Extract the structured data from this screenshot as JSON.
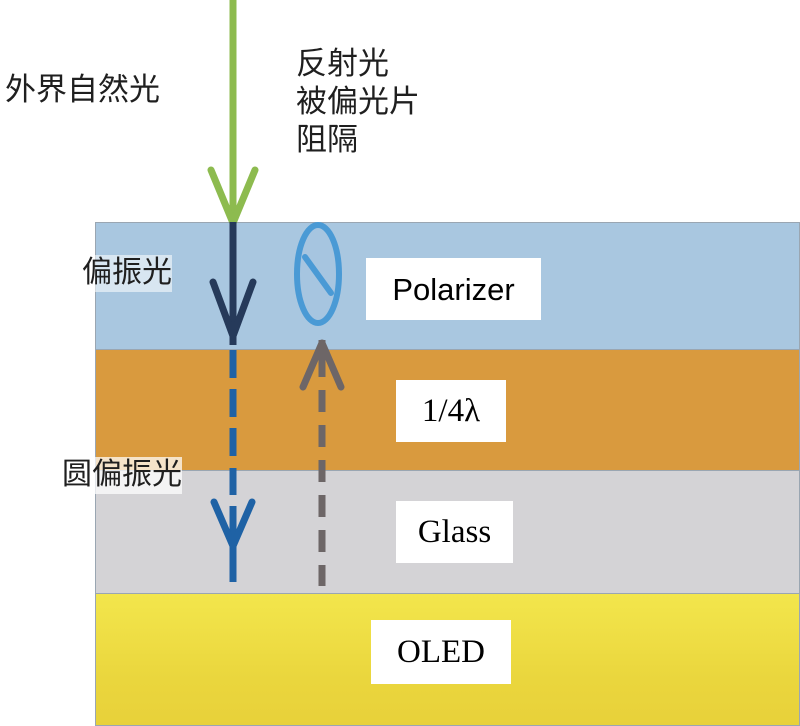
{
  "labels": {
    "natural_light": "外界自然光",
    "reflected_light": "反射光\n被偏光片\n阻隔",
    "polarized_light": "偏振光",
    "circular_polarized_light": "圆偏振光"
  },
  "layers": {
    "polarizer": "Polarizer",
    "quarter_wave": "1/4λ",
    "glass": "Glass",
    "oled": "OLED"
  },
  "colors": {
    "natural_light_arrow": "#8dbb4f",
    "polarized_arrow": "#263a5a",
    "circular_arrow": "#1f62a5",
    "reflected_arrow": "#6d6667",
    "blocked_icon": "#4a9ad5",
    "polarizer_layer": "#a9c7e0",
    "quarter_wave_layer": "#d99a3e",
    "glass_layer": "#d4d3d6",
    "oled_layer": "#f3e64c"
  }
}
